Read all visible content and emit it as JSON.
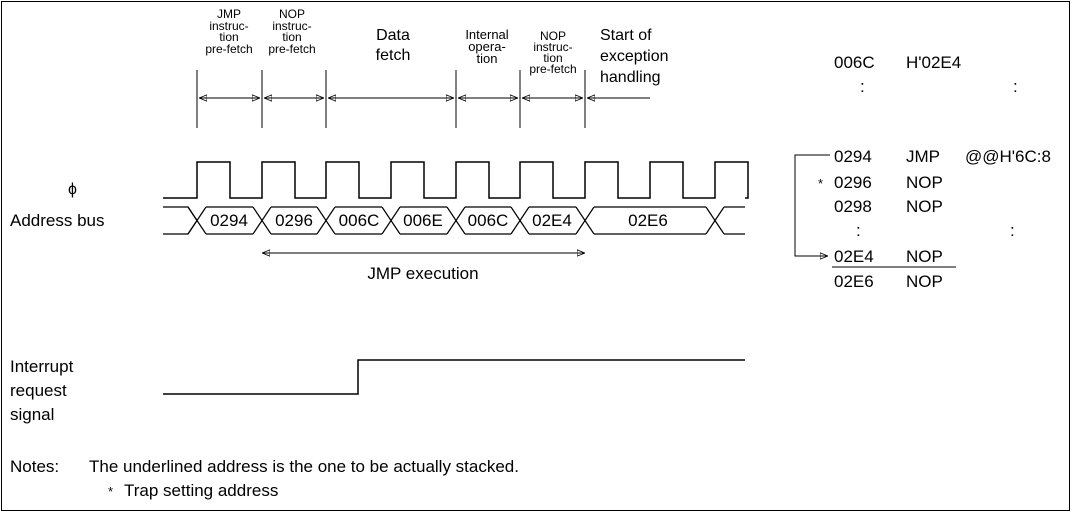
{
  "phase_labels": {
    "jmp_prefetch": [
      "JMP",
      "instruc-",
      "tion",
      "pre-fetch"
    ],
    "nop_prefetch_1": [
      "NOP",
      "instruc-",
      "tion",
      "pre-fetch"
    ],
    "data_fetch": [
      "Data",
      "fetch"
    ],
    "internal_op": [
      "Internal",
      "opera-",
      "tion"
    ],
    "nop_prefetch_2": [
      "NOP",
      "instruc-",
      "tion",
      "pre-fetch"
    ],
    "start_exception": [
      "Start of",
      "exception",
      "handling"
    ]
  },
  "signals": {
    "phi": "ϕ",
    "address_bus": "Address bus",
    "interrupt": [
      "Interrupt",
      "request",
      "signal"
    ]
  },
  "bus_values": [
    "0294",
    "0296",
    "006C",
    "006E",
    "006C",
    "02E4",
    "02E6"
  ],
  "jmp_execution": "JMP execution",
  "memory_map": {
    "vector_addr": "006C",
    "vector_val": "H'02E4",
    "ellipsis": ":",
    "rows": [
      {
        "marker": "",
        "addr": "0294",
        "instr": "JMP",
        "operand": "@@H'6C:8"
      },
      {
        "marker": "*",
        "addr": "0296",
        "instr": "NOP",
        "operand": ""
      },
      {
        "marker": "",
        "addr": "0298",
        "instr": "NOP",
        "operand": ""
      }
    ],
    "target_rows": [
      {
        "addr": "02E4",
        "instr": "NOP"
      },
      {
        "addr": "02E6",
        "instr": "NOP"
      }
    ]
  },
  "notes": {
    "prefix": "Notes:",
    "line1": "The underlined address is the one to be actually stacked.",
    "star": "*",
    "line2": "Trap setting address"
  }
}
